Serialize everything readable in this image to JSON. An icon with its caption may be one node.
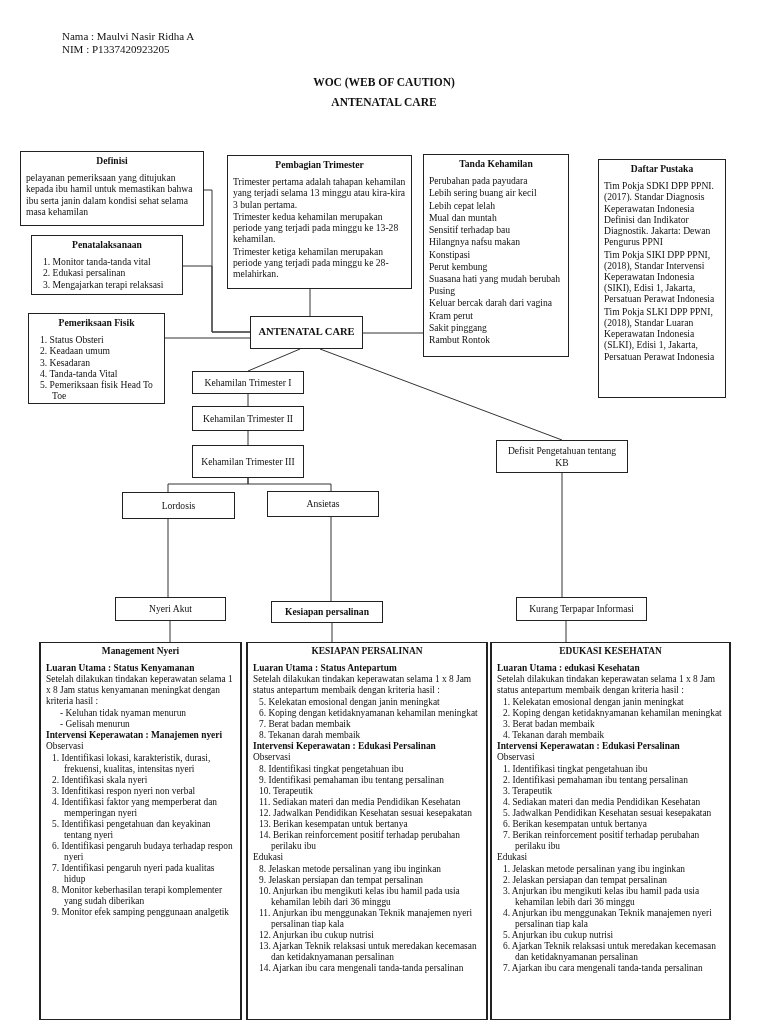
{
  "diagram": {
    "title": "WOC (WEB OF CAUTION)",
    "nodes": [
      {
        "text": [
          "Definisi",
          "pelayanan pemeriksaan yang ditujukan kepada ibu hamil untuk memastikan bahwa ibu serta janin dalam kondisi sehat selama masa kehamilan"
        ]
      },
      {
        "text": [
          "Pembagian Trimester",
          "Trimester pertama adalah tahapan kehamilan yang terjadi selama 13 minggu atau kira-kira 3 bulan pertama.",
          "Trimester kedua kehamilan merupakan periode yang terjadi pada minggu ke 13-28 kehamilan.",
          "Trimester ketiga kehamilan merupakan periode yang terjadi pada minggu ke 28-melahirkan."
        ]
      },
      {
        "text": [
          "Tanda Kehamilan",
          "Perubahan pada payudara",
          "Lebih sering buang air kecil",
          "Lebih cepat lelah",
          "Mual dan muntah",
          "Sensitif terhadap bau",
          "Hilangnya nafsu makan",
          "Konstipasi",
          "Perut kembung",
          "Suasana hati yang mudah berubah",
          "Pusing",
          "Keluar bercak darah dari vagina",
          "Kram perut",
          "Sakit pinggang",
          "Rambut Rontok"
        ]
      },
      {
        "text": [
          "Daftar Pustaka",
          "Tim Pokja SDKI DPP PPNI. (2017). Standar Diagnosis Keperawatan Indonesia Definisi dan Indikator Diagnostik. Jakarta: Dewan Pengurus PPNI",
          "Tim Pokja SIKI DPP PPNI, (2018), Standar Intervensi Keperawatan Indonesia (SIKI), Edisi 1, Jakarta, Persatuan Perawat Indonesia",
          "Tim Pokja SLKI DPP PPNI, (2018), Standar Luaran Keperawatan Indonesia (SLKI), Edisi 1, Jakarta, Persatuan Perawat Indonesia"
        ]
      },
      {
        "text": [
          "Penatalaksanaan",
          "1. Monitor tanda-tanda vital",
          "2. Edukasi persalinan",
          "3. Mengajarkan terapi relaksasi"
        ]
      },
      {
        "text": [
          "Pemeriksaan Fisik",
          "1. Status Obsteri",
          "2. Keadaan umum",
          "3. Kesadaran",
          "4. Tanda-tanda Vital",
          "5. Pemeriksaan fisik Head To Toe"
        ]
      },
      {
        "text": [
          "ANTENATAL CARE"
        ]
      },
      {
        "text": [
          "Kehamilan Trimester I"
        ]
      },
      {
        "text": [
          "Kehamilan Trimester II"
        ]
      },
      {
        "text": [
          "Kehamilan Trimester III"
        ]
      },
      {
        "text": [
          "Lordosis"
        ]
      },
      {
        "text": [
          "Ansietas"
        ]
      },
      {
        "text": [
          "Defisit Pengetahuan tentang KB"
        ]
      },
      {
        "text": [
          "Nyeri Akut"
        ]
      },
      {
        "text": [
          "Kesiapan persalinan"
        ]
      },
      {
        "text": [
          "Kurang Terpapar Informasi"
        ]
      },
      {
        "text": [
          "Management Nyeri",
          "Luaran Utama : Status Kenyamanan",
          "Setelah dilakukan tindakan keperawatan selama 1 x 8 Jam status kenyamanan meningkat dengan kriteria hasil :",
          "- Keluhan tidak nyaman menurun",
          "- Gelisah menurun",
          "Intervensi Keperawatan : Manajemen nyeri",
          "Observasi",
          "1. Identifikasi lokasi, karakteristik, durasi, frekuensi, kualitas, intensitas nyeri",
          "2. Identifikasi skala nyeri",
          "3. Idenfitikasi respon nyeri non verbal",
          "4. Identifikasi faktor yang memperberat dan memperingan nyeri",
          "5. Identifikasi pengetahuan dan keyakinan tentang nyeri",
          "6. Identifikasi pengaruh budaya terhadap respon nyeri",
          "7. Identifikasi pengaruh nyeri pada kualitas hidup",
          "8. Monitor keberhasilan terapi komplementer yang sudah diberikan",
          "9. Monitor efek samping penggunaan analgetik"
        ]
      },
      {
        "text": [
          "KESIAPAN PERSALINAN",
          "Luaran Utama : Status Antepartum",
          "Setelah dilakukan tindakan keperawatan selama 1 x 8 Jam status antepartum membaik dengan kriteria hasil :",
          "5. Kelekatan emosional dengan janin meningkat",
          "6. Koping dengan ketidaknyamanan kehamilan meningkat",
          "7. Berat badan membaik",
          "8. Tekanan darah membaik",
          "Intervensi Keperawatan : Edukasi Persalinan",
          "Observasi",
          "8. Identifikasi tingkat pengetahuan ibu",
          "9. Identifikasi pemahaman ibu tentang persalinan",
          "10. Terapeutik",
          "11. Sediakan materi dan media Pendidikan Kesehatan",
          "12. Jadwalkan Pendidikan Kesehatan sesuai kesepakatan",
          "13. Berikan kesempatan untuk bertanya",
          "14. Berikan reinforcement positif terhadap perubahan perilaku ibu",
          "Edukasi",
          "8. Jelaskan metode persalinan yang ibu inginkan",
          "9. Jelaskan persiapan dan tempat persalinan",
          "10. Anjurkan ibu mengikuti kelas ibu hamil pada usia kehamilan lebih dari 36 minggu",
          "11. Anjurkan ibu menggunakan Teknik manajemen nyeri persalinan tiap kala",
          "12. Anjurkan ibu cukup nutrisi",
          "13. Ajarkan Teknik relaksasi untuk meredakan kecemasan dan ketidaknyamanan persalinan",
          "14. Ajarkan ibu cara mengenali tanda-tanda persalinan"
        ]
      },
      {
        "text": [
          "EDUKASI KESEHATAN",
          "Luaran Utama : edukasi Kesehatan",
          "Setelah dilakukan tindakan keperawatan selama 1 x 8 Jam status antepartum membaik dengan kriteria hasil :",
          "1. Kelekatan emosional dengan janin meningkat",
          "2. Koping dengan ketidaknyamanan kehamilan meningkat",
          "3. Berat badan membaik",
          "4. Tekanan darah membaik",
          "Intervensi Keperawatan : Edukasi Persalinan",
          "Observasi",
          "1. Identifikasi tingkat pengetahuan ibu",
          "2. Identifikasi pemahaman ibu tentang persalinan",
          "3. Terapeutik",
          "4. Sediakan materi dan media Pendidikan Kesehatan",
          "5. Jadwalkan Pendidikan Kesehatan sesuai kesepakatan",
          "6. Berikan kesempatan untuk bertanya",
          "7. Berikan reinforcement positif terhadap perubahan perilaku ibu",
          "Edukasi",
          "1. Jelaskan metode persalinan yang ibu inginkan",
          "2. Jelaskan persiapan dan tempat persalinan",
          "3. Anjurkan ibu mengikuti kelas ibu hamil pada usia kehamilan lebih dari 36 minggu",
          "4. Anjurkan ibu menggunakan Teknik manajemen nyeri persalinan tiap kala",
          "5. Anjurkan ibu cukup nutrisi",
          "6. Ajarkan Teknik relaksasi untuk meredakan kecemasan dan ketidaknyamanan persalinan",
          "7. Ajarkan ibu cara mengenali tanda-tanda persalinan"
        ]
      }
    ],
    "edges": [
      {
        "from": 0,
        "to": 6,
        "arrow": "none"
      },
      {
        "from": 4,
        "to": 6,
        "arrow": "none"
      },
      {
        "from": 5,
        "to": 6,
        "arrow": "none"
      },
      {
        "from": 1,
        "to": 6,
        "arrow": "none"
      },
      {
        "from": 6,
        "to": 2,
        "arrow": "none"
      },
      {
        "from": 6,
        "to": 7,
        "arrow": "none"
      },
      {
        "from": 6,
        "to": 12,
        "arrow": "none"
      },
      {
        "from": 7,
        "to": 8,
        "arrow": "none"
      },
      {
        "from": 8,
        "to": 9,
        "arrow": "none"
      },
      {
        "from": 9,
        "to": 10,
        "arrow": "none"
      },
      {
        "from": 9,
        "to": 11,
        "arrow": "none"
      },
      {
        "from": 10,
        "to": 13,
        "arrow": "none"
      },
      {
        "from": 11,
        "to": 14,
        "arrow": "none"
      },
      {
        "from": 12,
        "to": 15,
        "arrow": "none"
      },
      {
        "from": 13,
        "to": 16,
        "arrow": "none"
      },
      {
        "from": 14,
        "to": 17,
        "arrow": "none"
      },
      {
        "from": 15,
        "to": 18,
        "arrow": "none"
      }
    ],
    "labels": [
      "Nama : Maulvi Nasir Ridha A",
      "NIM : P1337420923205",
      "ANTENATAL CARE"
    ]
  }
}
